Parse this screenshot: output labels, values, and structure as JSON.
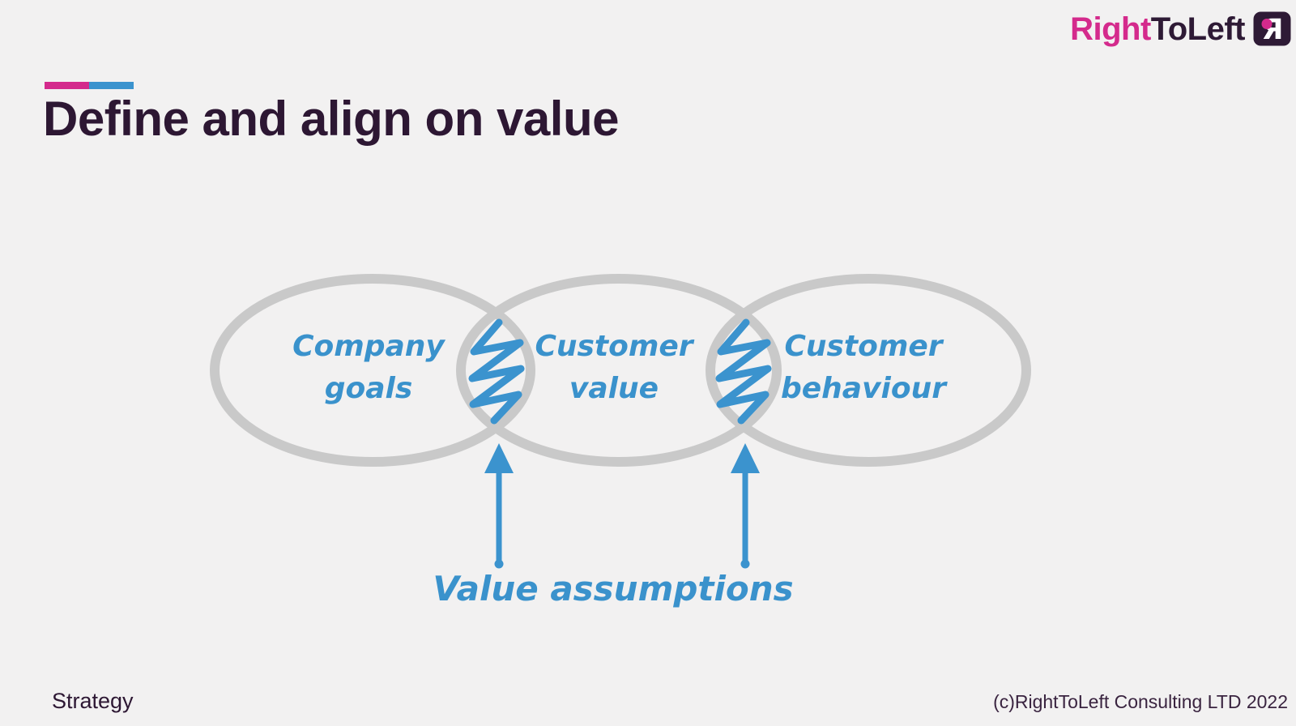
{
  "slide": {
    "title": "Define and align on value",
    "background_color": "#f2f1f1",
    "title_color": "#2d1733"
  },
  "logo": {
    "text_primary": "Right",
    "text_secondary": "ToLeft",
    "icon": "mirrored-r-monogram",
    "icon_glyph": "Я",
    "pink": "#d42a8c",
    "dark_purple": "#2e1a35"
  },
  "accent_bar": {
    "pink": "#d42a8c",
    "blue": "#3b93ce"
  },
  "diagram": {
    "type": "venn",
    "ellipse_stroke_color": "#c9c9c9",
    "ink_color": "#3b93ce",
    "ellipses": [
      {
        "label": "Company goals"
      },
      {
        "label": "Customer value"
      },
      {
        "label": "Customer behaviour"
      }
    ],
    "intersections": [
      {
        "between": [
          "Company goals",
          "Customer value"
        ],
        "marker": "hatched-lens-with-arrow"
      },
      {
        "between": [
          "Customer value",
          "Customer behaviour"
        ],
        "marker": "hatched-lens-with-arrow"
      }
    ],
    "annotation": "Value assumptions"
  },
  "footer": {
    "category": "Strategy",
    "copyright": "(c)RightToLeft Consulting LTD 2022"
  }
}
